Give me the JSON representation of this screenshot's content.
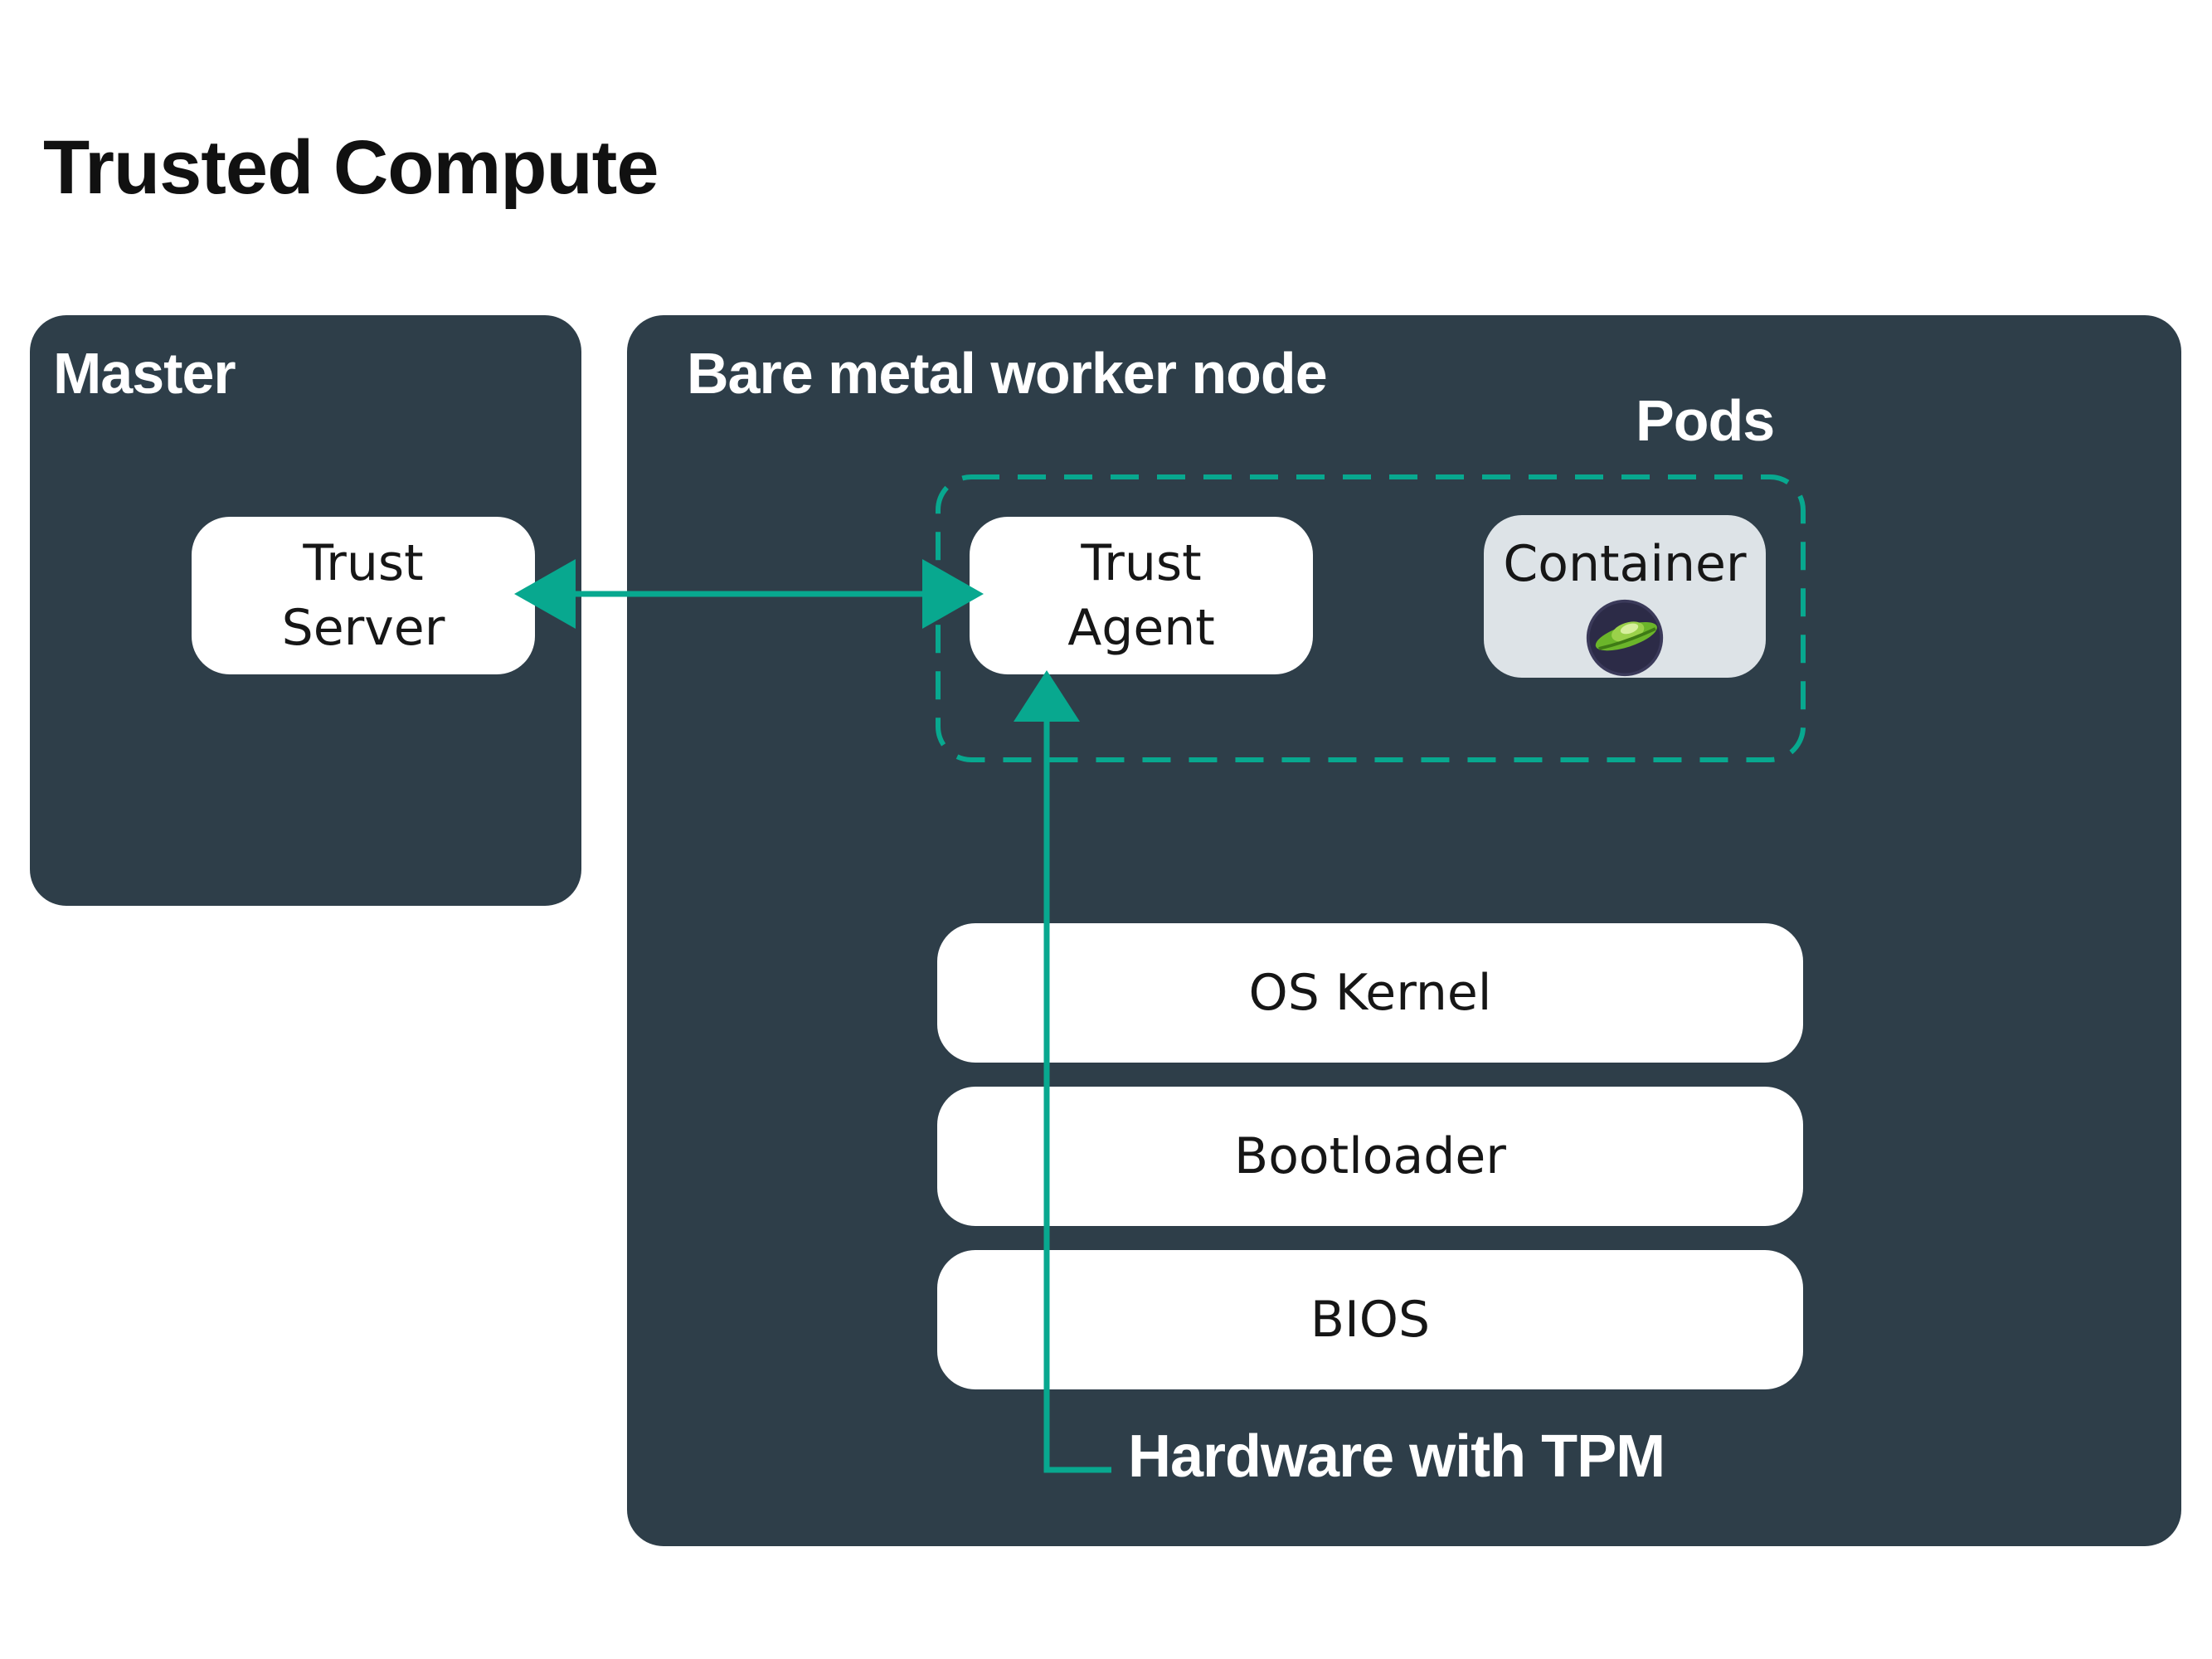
{
  "title": "Trusted Compute",
  "colors": {
    "panel": "#2e3e49",
    "accent": "#08a88f",
    "box": "#ffffff",
    "container_box": "#dde3e7",
    "text_dark": "#161616"
  },
  "master": {
    "label": "Master",
    "trust_server": {
      "line1": "Trust",
      "line2": "Server"
    }
  },
  "worker": {
    "label": "Bare metal worker node",
    "pods_label": "Pods",
    "trust_agent": {
      "line1": "Trust",
      "line2": "Agent"
    },
    "container": {
      "label": "Container",
      "icon": "podman-icon"
    },
    "layers": [
      "OS Kernel",
      "Bootloader",
      "BIOS"
    ],
    "hardware_label": "Hardware with TPM"
  },
  "connections": [
    {
      "from": "Trust Server",
      "to": "Trust Agent",
      "style": "bidirectional-arrow"
    },
    {
      "from": "Hardware with TPM",
      "to": "Trust Agent",
      "style": "arrow"
    }
  ]
}
